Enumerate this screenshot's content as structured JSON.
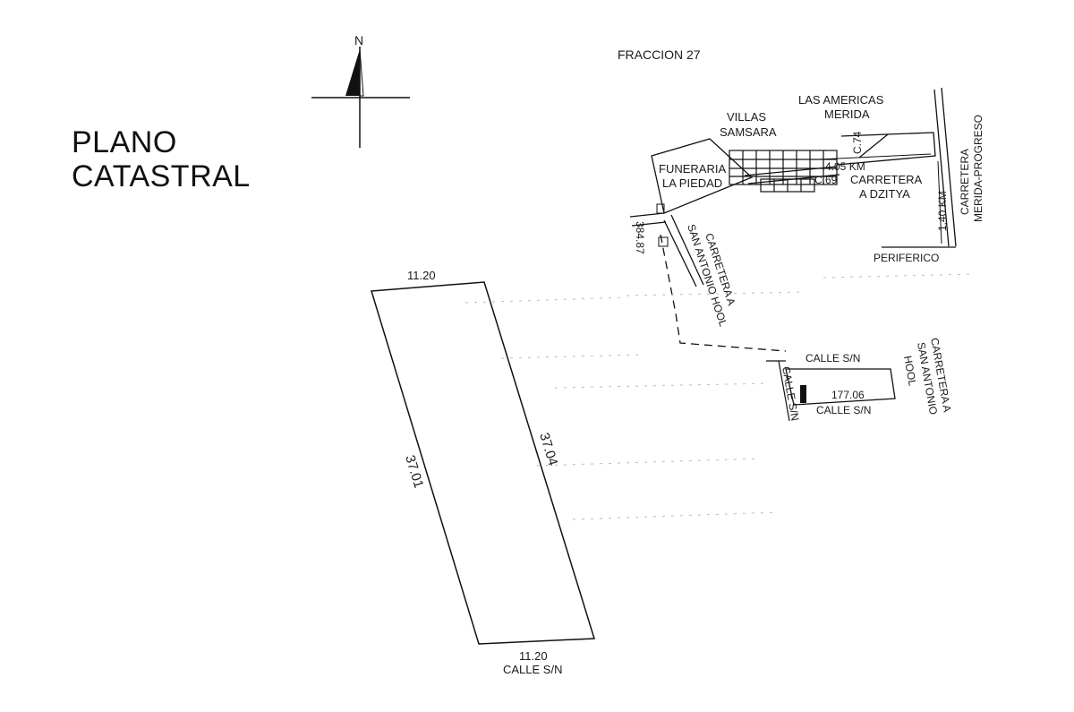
{
  "title": {
    "line1": "PLANO",
    "line2": "CATASTRAL"
  },
  "north_label": "N",
  "fraction_label": "FRACCION 27",
  "lot": {
    "top_width": "11.20",
    "bottom_width": "11.20",
    "left_length": "37.01",
    "right_length": "37.04",
    "bottom_street": "CALLE S/N"
  },
  "location_map": {
    "villas": {
      "line1": "VILLAS",
      "line2": "SAMSARA"
    },
    "americas": {
      "line1": "LAS AMERICAS",
      "line2": "MERIDA"
    },
    "c74": "C.74",
    "dist_405": "4.05 KM",
    "c69": "C.69",
    "funeraria": {
      "line1": "FUNERARIA",
      "line2": "LA PIEDAD"
    },
    "dzitya": {
      "line1": "CARRETERA",
      "line2": "A DZITYA"
    },
    "merida_progreso": {
      "line1": "CARRETERA",
      "line2": "MERIDA-PROGRESO"
    },
    "dist_140": "1.40 KM",
    "periferico": "PERIFERICO",
    "dist_38487": "384.87",
    "san_antonio_upper": {
      "line1": "CARRETERA A",
      "line2": "SAN ANTONIO HOOL"
    }
  },
  "inset": {
    "calle_top": "CALLE S/N",
    "calle_bottom": "CALLE S/N",
    "calle_left": "CALLE S/N",
    "length": "177.06",
    "san_antonio": {
      "line1": "CARRETERA A",
      "line2": "SAN ANTONIO",
      "line3": "HOOL"
    }
  }
}
